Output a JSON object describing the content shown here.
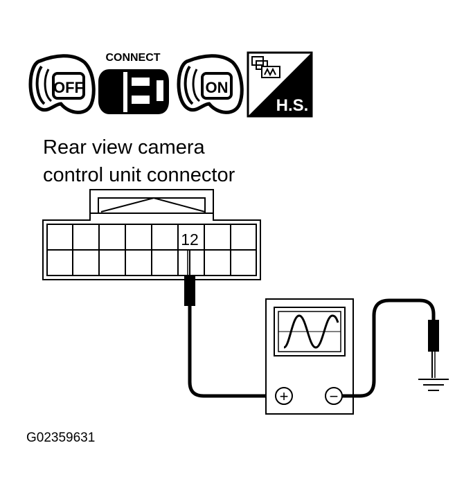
{
  "icons": {
    "key_off": {
      "name": "ignition-key-icon",
      "label": "OFF"
    },
    "connect": {
      "name": "connector-plug-icon",
      "label": "CONNECT"
    },
    "key_on": {
      "name": "ignition-key-icon",
      "label": "ON"
    },
    "mode": {
      "name": "harness-signal-icon",
      "label": "H.S."
    }
  },
  "title": {
    "line1": "Rear view camera",
    "line2": "control unit connector"
  },
  "connector": {
    "terminal_label": "12"
  },
  "oscilloscope": {
    "plus_symbol": "+",
    "minus_symbol": "−"
  },
  "figure_id": "G02359631"
}
